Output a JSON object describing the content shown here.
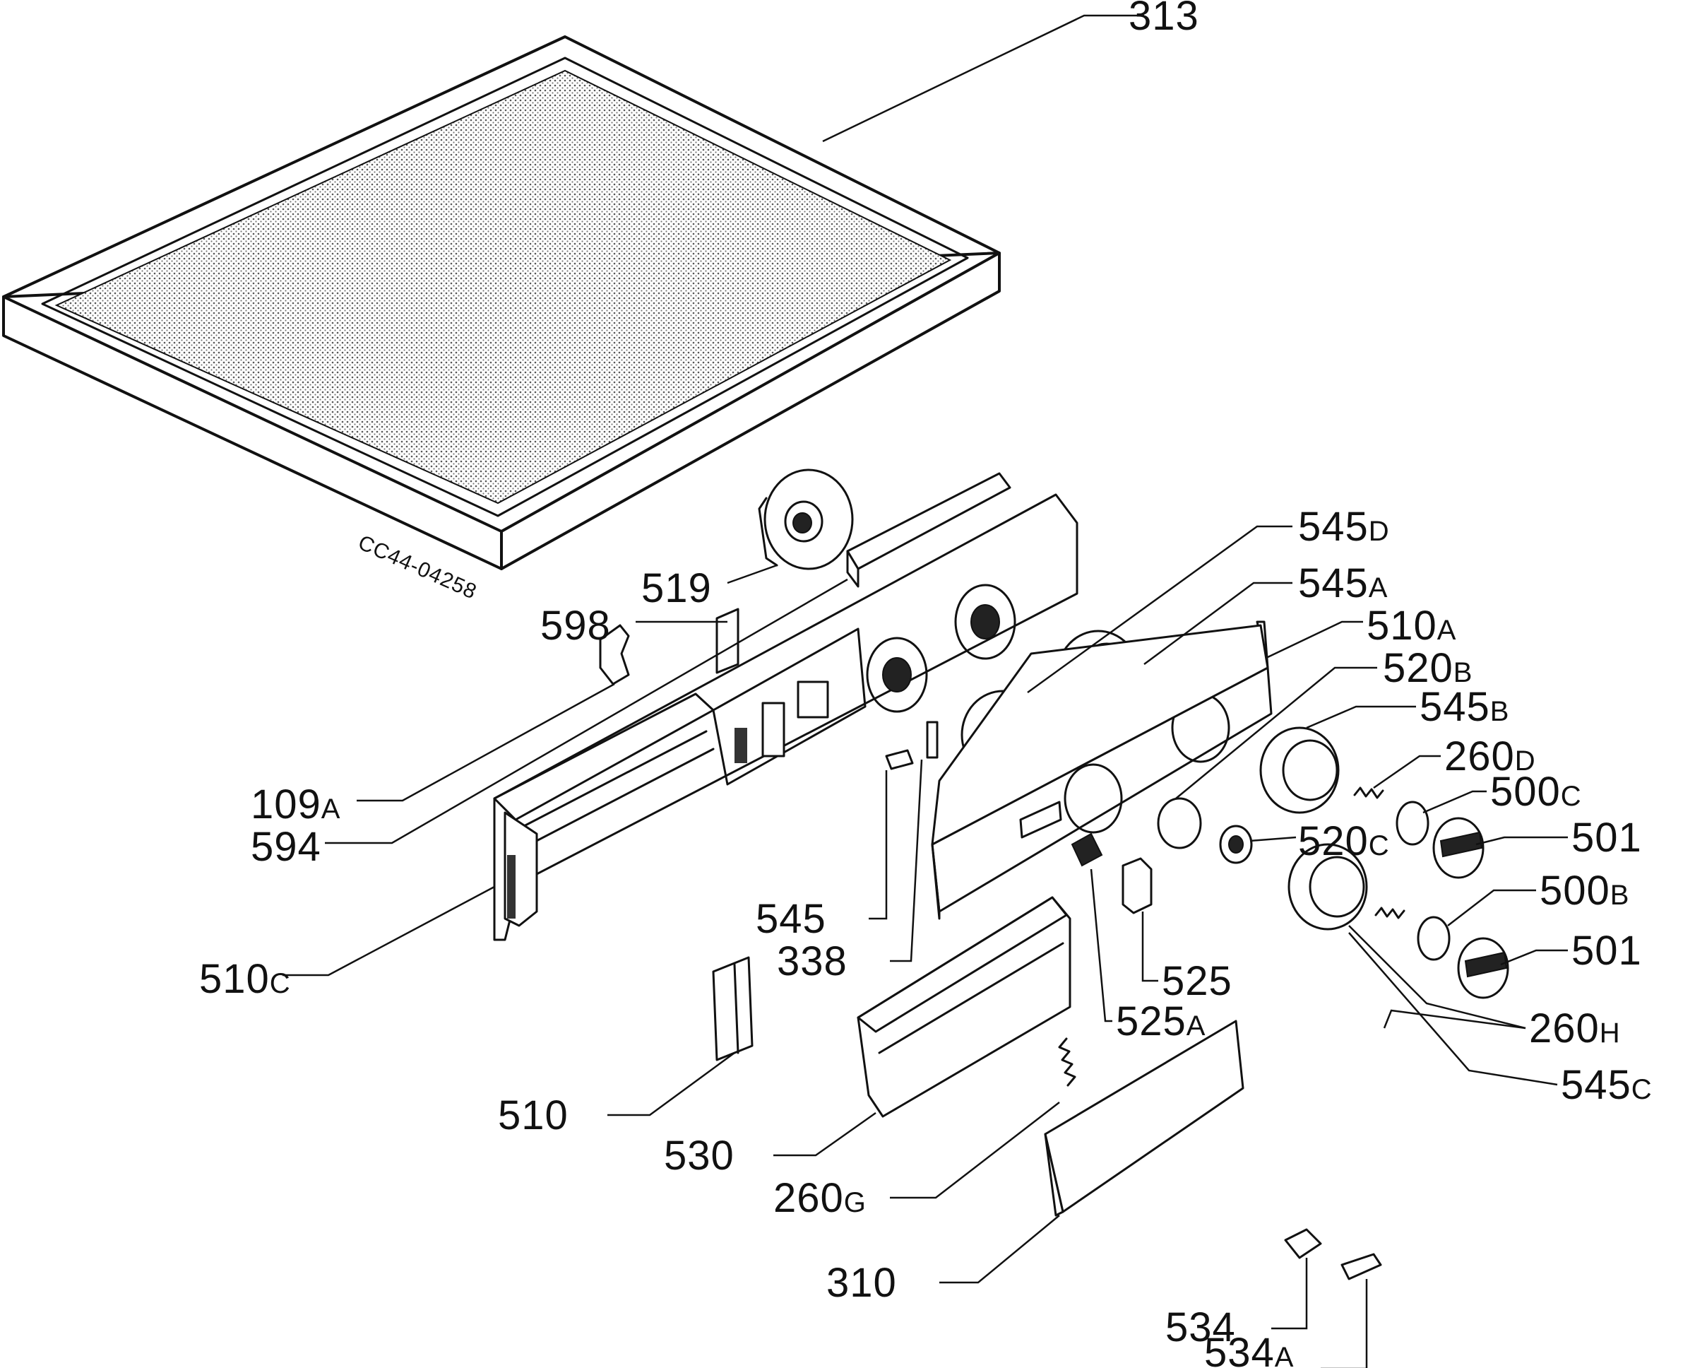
{
  "drawing_code": "CC44-04258",
  "callouts": [
    {
      "id": "313",
      "num": "313",
      "sfx": ""
    },
    {
      "id": "519",
      "num": "519",
      "sfx": ""
    },
    {
      "id": "598",
      "num": "598",
      "sfx": ""
    },
    {
      "id": "109A",
      "num": "109",
      "sfx": "A"
    },
    {
      "id": "594",
      "num": "594",
      "sfx": ""
    },
    {
      "id": "510C",
      "num": "510",
      "sfx": "C"
    },
    {
      "id": "545D",
      "num": "545",
      "sfx": "D"
    },
    {
      "id": "545A",
      "num": "545",
      "sfx": "A"
    },
    {
      "id": "510A",
      "num": "510",
      "sfx": "A"
    },
    {
      "id": "520B",
      "num": "520",
      "sfx": "B"
    },
    {
      "id": "545B",
      "num": "545",
      "sfx": "B"
    },
    {
      "id": "260D",
      "num": "260",
      "sfx": "D"
    },
    {
      "id": "500C",
      "num": "500",
      "sfx": "C"
    },
    {
      "id": "501a",
      "num": "501",
      "sfx": ""
    },
    {
      "id": "520C",
      "num": "520",
      "sfx": "C"
    },
    {
      "id": "500B",
      "num": "500",
      "sfx": "B"
    },
    {
      "id": "501b",
      "num": "501",
      "sfx": ""
    },
    {
      "id": "545",
      "num": "545",
      "sfx": ""
    },
    {
      "id": "338",
      "num": "338",
      "sfx": ""
    },
    {
      "id": "525",
      "num": "525",
      "sfx": ""
    },
    {
      "id": "525A",
      "num": "525",
      "sfx": "A"
    },
    {
      "id": "260H",
      "num": "260",
      "sfx": "H"
    },
    {
      "id": "545C",
      "num": "545",
      "sfx": "C"
    },
    {
      "id": "510",
      "num": "510",
      "sfx": ""
    },
    {
      "id": "530",
      "num": "530",
      "sfx": ""
    },
    {
      "id": "260G",
      "num": "260",
      "sfx": "G"
    },
    {
      "id": "310",
      "num": "310",
      "sfx": ""
    },
    {
      "id": "534",
      "num": "534",
      "sfx": ""
    },
    {
      "id": "534A",
      "num": "534",
      "sfx": "A"
    }
  ]
}
